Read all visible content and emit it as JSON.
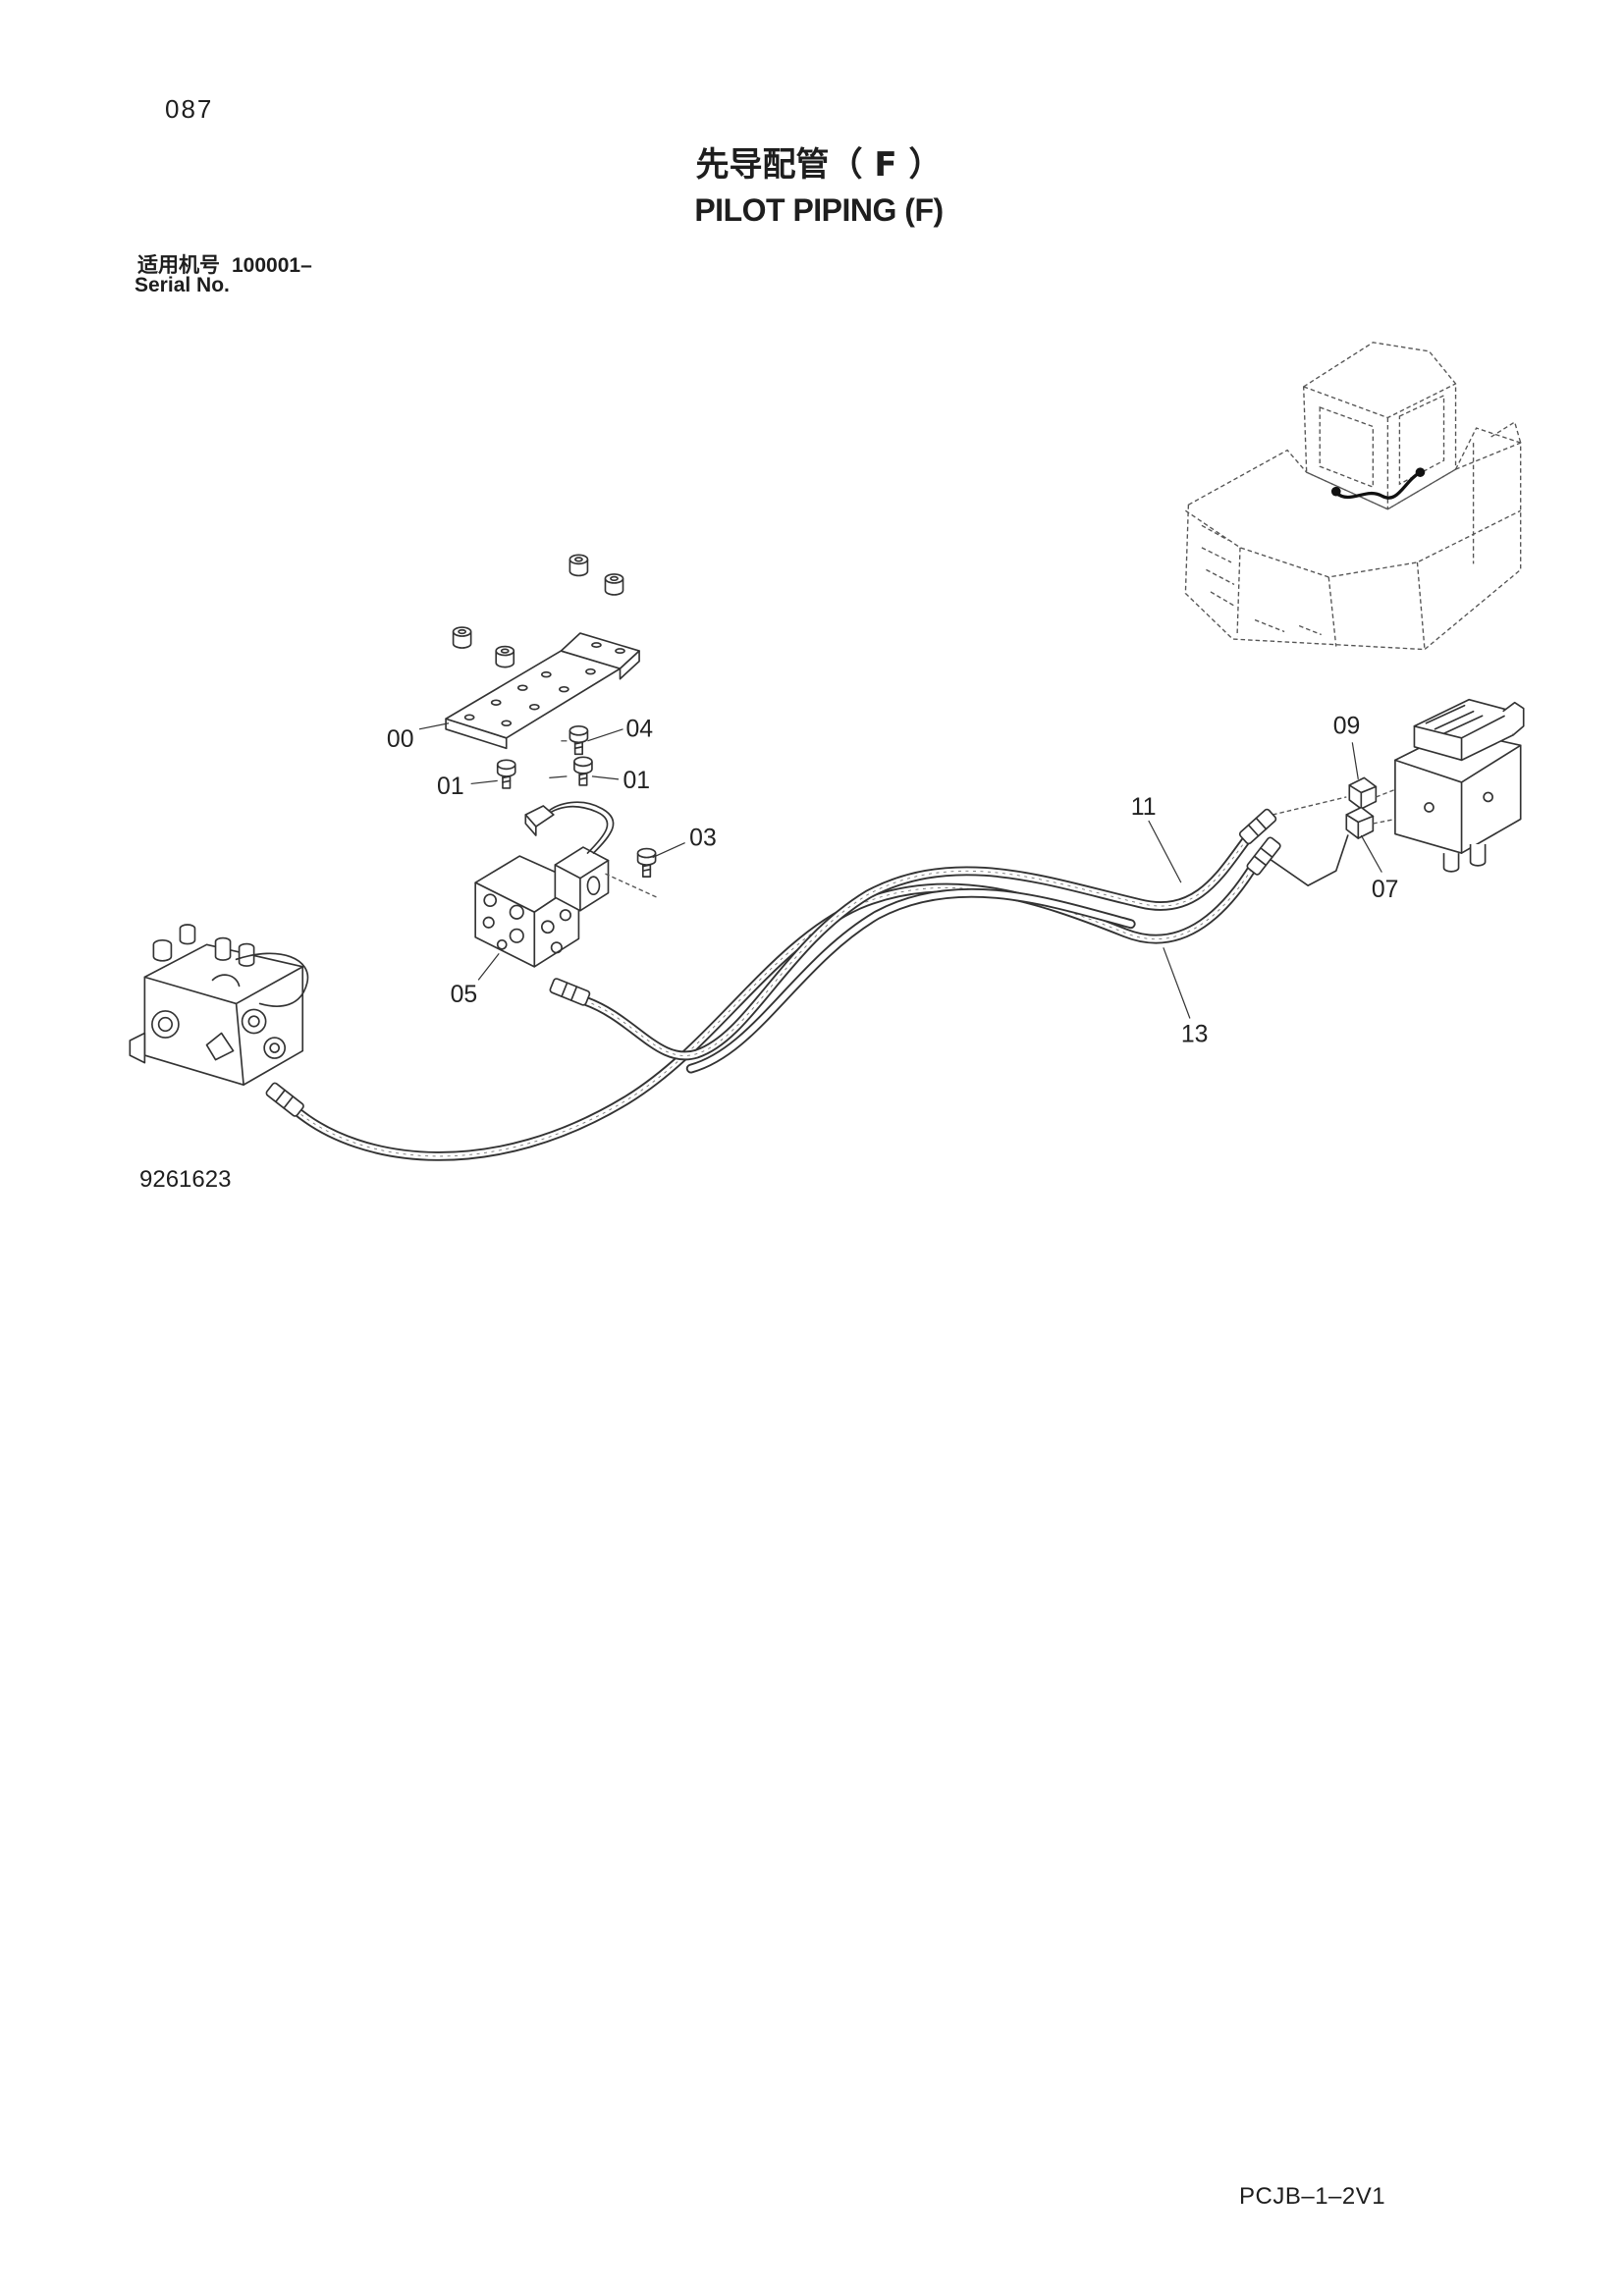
{
  "page_number": "087",
  "title_cn": "先导配管（ F ）",
  "title_en": "PILOT PIPING (F)",
  "serial": {
    "label_cn": "适用机号",
    "value": "100001–",
    "label_en": "Serial No."
  },
  "callouts": [
    "00",
    "01",
    "01",
    "04",
    "03",
    "05",
    "09",
    "11",
    "07",
    "13"
  ],
  "figure_number": "9261623",
  "document_code": "PCJB–1–2V1"
}
